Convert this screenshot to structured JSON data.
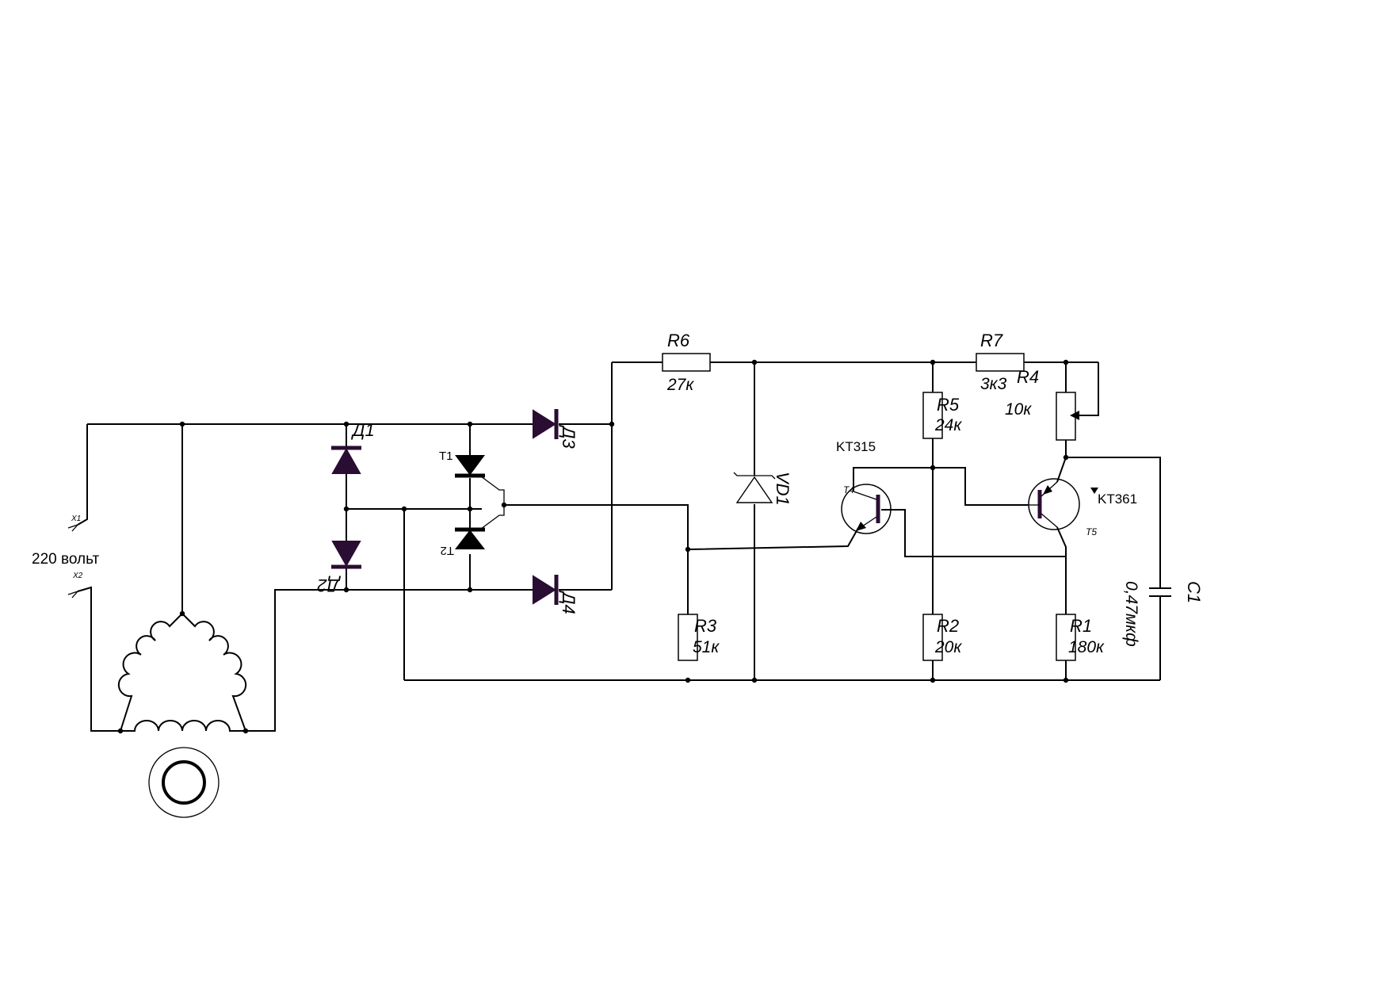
{
  "schematic": {
    "terminals": {
      "x1": "X1",
      "x2": "X2",
      "supply": "220 вольт"
    },
    "components": {
      "d1": "Д1",
      "d2": "Д2",
      "d3": "Д3",
      "d4": "Д4",
      "t1": "T1",
      "t2": "T2",
      "vd1": "VD1",
      "r6_name": "R6",
      "r6_value": "27к",
      "r7_name": "R7",
      "r7_value": "3к3",
      "r4_name": "R4",
      "r4_value": "10к",
      "r5_name": "R5",
      "r5_value": "24к",
      "r3_name": "R3",
      "r3_value": "51к",
      "r2_name": "R2",
      "r2_value": "20к",
      "r1_name": "R1",
      "r1_value": "180к",
      "c1_name": "C1",
      "c1_value": "0,47мкф",
      "t4_name": "T4",
      "t4_part": "KT315",
      "t5_name": "T5",
      "t5_part": "KT361"
    }
  }
}
